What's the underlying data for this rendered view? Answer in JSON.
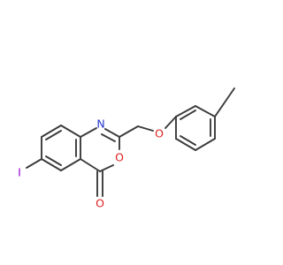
{
  "molecule": {
    "atoms": {
      "iodine": "I",
      "ring_nitrogen": "N",
      "ring_oxygen": "O",
      "carbonyl_oxygen": "O",
      "ether_oxygen": "O"
    },
    "colors": {
      "bond": "#3a3a3a",
      "iodine": "#9400d3",
      "nitrogen": "#2233cc",
      "oxygen": "#e02020"
    }
  }
}
